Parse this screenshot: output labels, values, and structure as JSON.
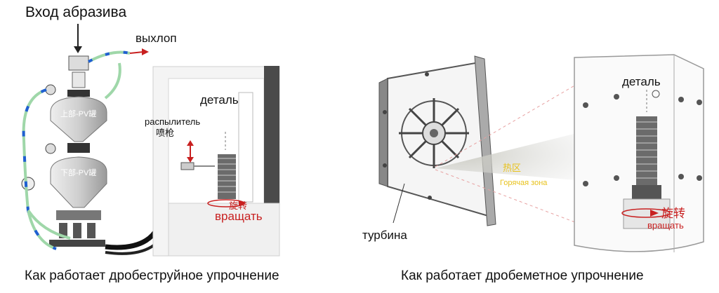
{
  "left_panel": {
    "abrasive_inlet_label": "Вход абразива",
    "exhaust_label": "выхлоп",
    "part_label": "деталь",
    "nozzle_label_ru": "распылитель",
    "nozzle_label_cn": "喷枪",
    "upper_tank_label": "上部-PV罐",
    "lower_tank_label": "下部-PV罐",
    "rotate_label_cn": "旋转",
    "rotate_label_ru": "вращать",
    "caption": "Как работает дробеструйное упрочнение"
  },
  "right_panel": {
    "part_label": "деталь",
    "turbine_label": "турбина",
    "hot_zone_label_cn": "热区",
    "hot_zone_label_ru": "Горячая зона",
    "rotate_label_cn": "旋转",
    "rotate_label_ru": "вращать",
    "caption": "Как работает дробеметное упрочнение"
  },
  "colors": {
    "accent_red": "#c82020",
    "hot_zone_yellow": "#e8c21c",
    "hose_blue": "#1f5fd1",
    "hose_green": "#9fd7a9"
  }
}
